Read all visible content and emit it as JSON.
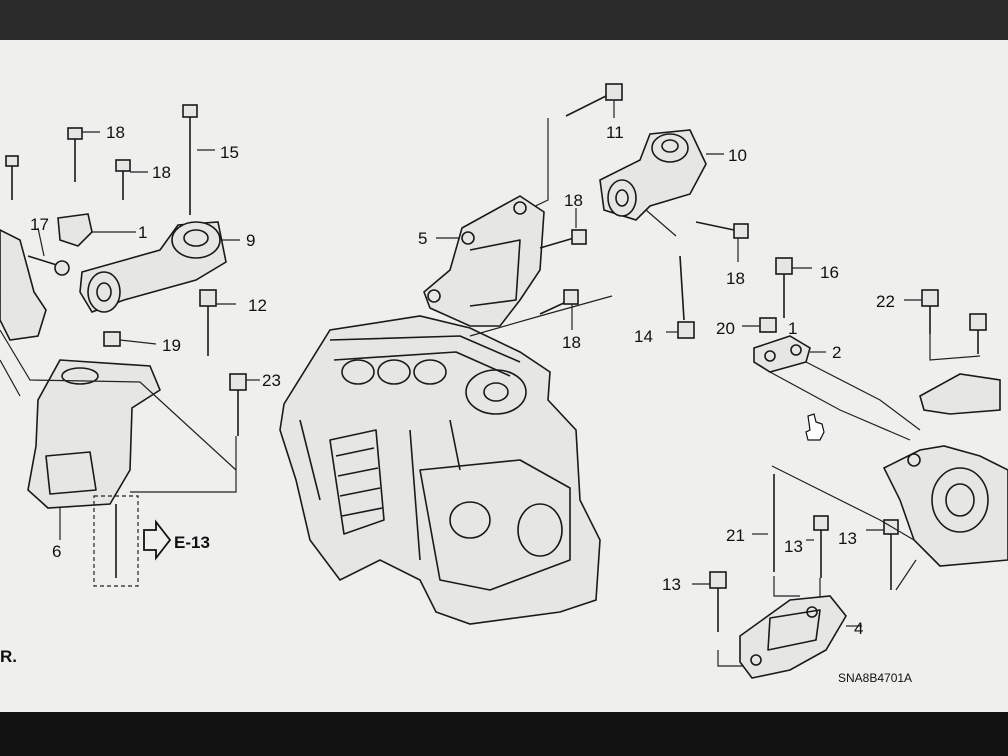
{
  "diagram": {
    "callouts": [
      "18",
      "15",
      "18",
      "1",
      "17",
      "9",
      "12",
      "19",
      "23",
      "6",
      "11",
      "10",
      "18",
      "5",
      "18",
      "18",
      "14",
      "20",
      "1",
      "2",
      "16",
      "22",
      "21",
      "13",
      "13",
      "13",
      "4"
    ],
    "reference_label": "E-13",
    "drawing_code": "SNA8B4701A",
    "edge_text": "R."
  }
}
